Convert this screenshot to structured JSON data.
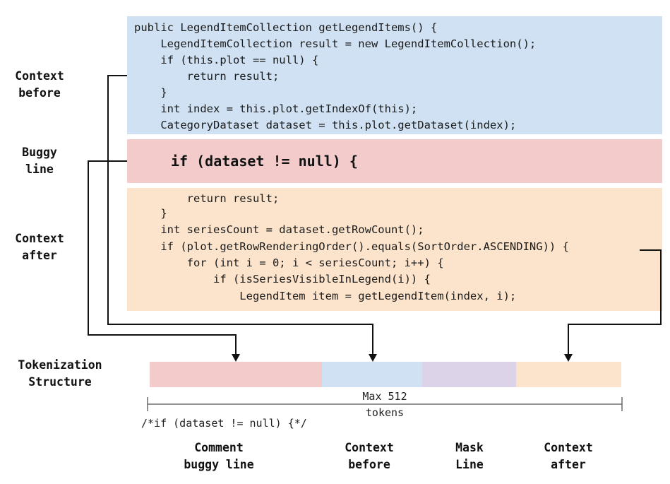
{
  "colors": {
    "context_before": "#cfe1f2",
    "buggy_line": "#f3cbcb",
    "context_after": "#fce4cc",
    "mask_line": "#dcd3e8",
    "connector": "#111111"
  },
  "side_labels": {
    "context_before": [
      "Context",
      "before"
    ],
    "buggy_line": [
      "Buggy",
      "line"
    ],
    "context_after": [
      "Context",
      "after"
    ],
    "tokenization": [
      "Tokenization",
      "Structure"
    ]
  },
  "code": {
    "context_before": [
      "public LegendItemCollection getLegendItems() {",
      "    LegendItemCollection result = new LegendItemCollection();",
      "    if (this.plot == null) {",
      "        return result;",
      "    }",
      "    int index = this.plot.getIndexOf(this);",
      "    CategoryDataset dataset = this.plot.getDataset(index);"
    ],
    "buggy_line": "if (dataset != null) {",
    "context_after": [
      "        return result;",
      "    }",
      "    int seriesCount = dataset.getRowCount();",
      "    if (plot.getRowRenderingOrder().equals(SortOrder.ASCENDING)) {",
      "        for (int i = 0; i < seriesCount; i++) {",
      "            if (isSeriesVisibleInLegend(i)) {",
      "                LegendItem item = getLegendItem(index, i);"
    ]
  },
  "token_bar": {
    "segments": [
      {
        "name": "comment-buggy-line",
        "color": "#f3cbcb",
        "label": [
          "Comment",
          "buggy line"
        ]
      },
      {
        "name": "context-before",
        "color": "#cfe1f2",
        "label": [
          "Context",
          "before"
        ]
      },
      {
        "name": "mask-line",
        "color": "#dcd3e8",
        "label": [
          "Mask",
          "Line"
        ]
      },
      {
        "name": "context-after",
        "color": "#fce4cc",
        "label": [
          "Context",
          "after"
        ]
      }
    ],
    "range_label": [
      "Max 512",
      "tokens"
    ],
    "comment_text": "/*if (dataset != null) {*/"
  }
}
